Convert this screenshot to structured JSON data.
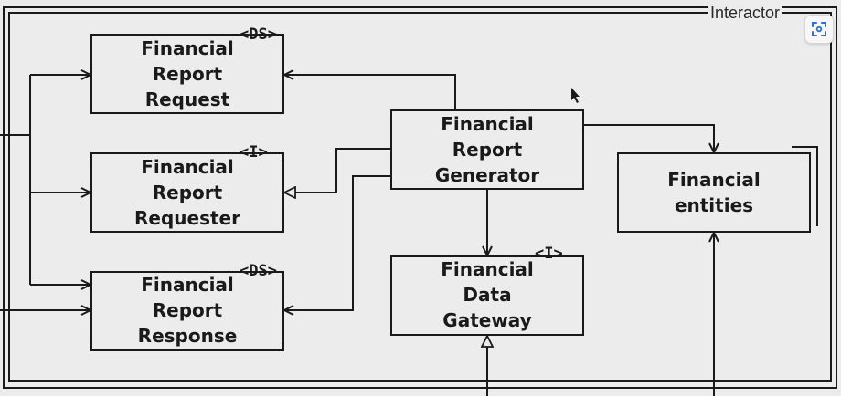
{
  "frame": {
    "title": "Interactor"
  },
  "boxes": {
    "request": {
      "lines": [
        "Financial",
        "Report",
        "Request"
      ],
      "stereotype": "<DS>"
    },
    "requester": {
      "lines": [
        "Financial",
        "Report",
        "Requester"
      ],
      "stereotype": "<I>"
    },
    "response": {
      "lines": [
        "Financial",
        "Report",
        "Response"
      ],
      "stereotype": "<DS>"
    },
    "generator": {
      "lines": [
        "Financial",
        "Report",
        "Generator"
      ]
    },
    "gateway": {
      "lines": [
        "Financial",
        "Data",
        "Gateway"
      ],
      "stereotype": "<I>"
    },
    "entities": {
      "lines": [
        "Financial",
        "entities"
      ]
    }
  },
  "icons": {
    "expand": "expand-icon",
    "cursor": "mouse-cursor-icon"
  },
  "colors": {
    "line": "#1a1a1a",
    "background": "#ececec",
    "accent": "#2f6fd6"
  }
}
